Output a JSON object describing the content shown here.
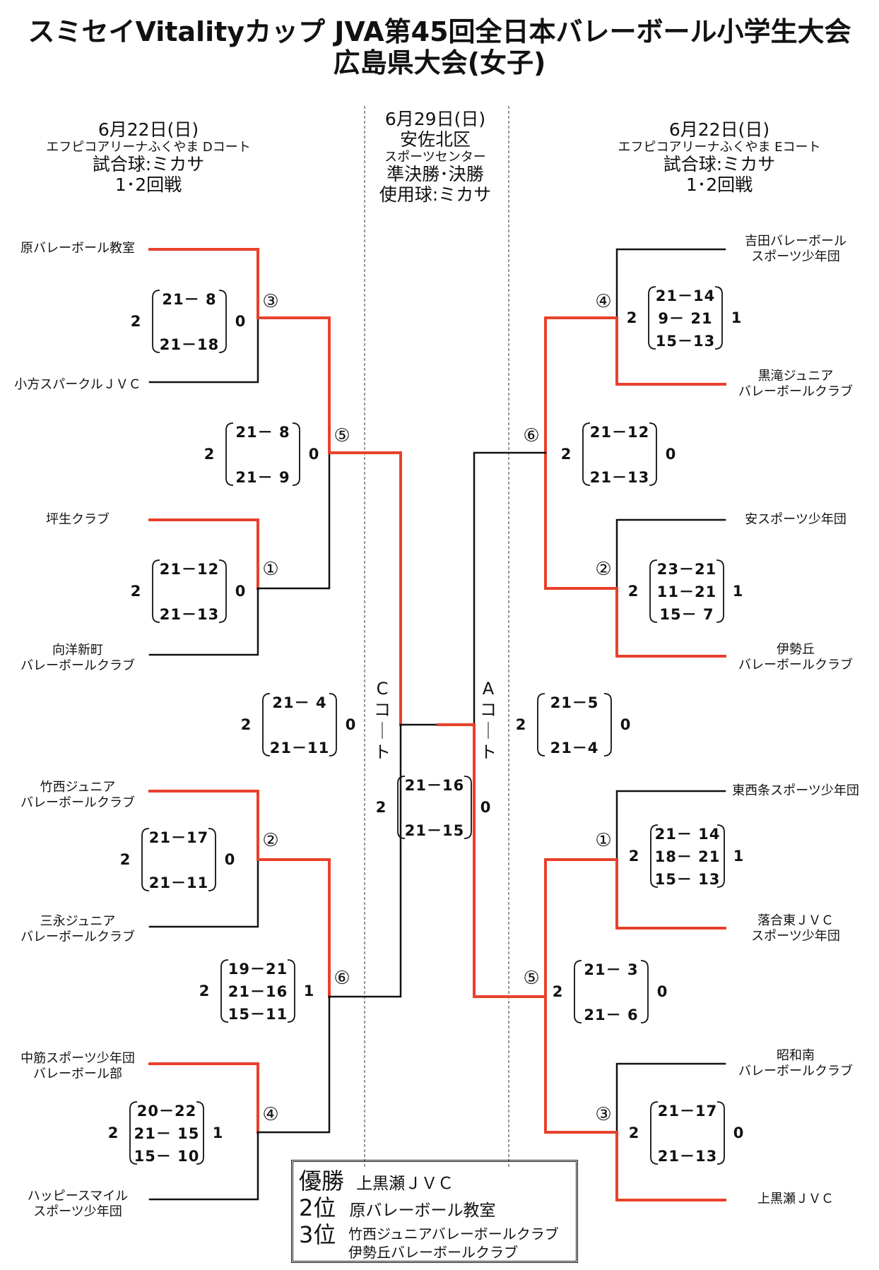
{
  "title": {
    "line1": "スミセイVitalityカップ JVA第45回全日本バレーボール小学生大会",
    "line2": "広島県大会(女子)"
  },
  "left_header": {
    "date": "6月22日(日)",
    "venue": "エフピコアリーナふくやま Dコート",
    "ball": "試合球:ミカサ",
    "round": "1･2回戦"
  },
  "center_header": {
    "date": "6月29日(日)",
    "venue_1": "安佐北区",
    "venue_2": "スポーツセンター",
    "round": "準決勝･決勝",
    "ball": "使用球:ミカサ"
  },
  "right_header": {
    "date": "6月22日(日)",
    "venue": "エフピコアリーナふくやま Eコート",
    "ball": "試合球:ミカサ",
    "round": "1･2回戦"
  },
  "courts": {
    "c": "Cコート",
    "a": "Aコート"
  },
  "left_teams": [
    [
      "原バレーボール教室"
    ],
    [
      "小方スパークルＪＶＣ"
    ],
    [
      "坪生クラブ"
    ],
    [
      "向洋新町",
      "バレーボールクラブ"
    ],
    [
      "竹西ジュニア",
      "バレーボールクラブ"
    ],
    [
      "三永ジュニア",
      "バレーボールクラブ"
    ],
    [
      "中筋スポーツ少年団",
      "バレーボール部"
    ],
    [
      "ハッピースマイル",
      "スポーツ少年団"
    ]
  ],
  "right_teams": [
    [
      "吉田バレーボール",
      "スポーツ少年団"
    ],
    [
      "黒滝ジュニア",
      "バレーボールクラブ"
    ],
    [
      "安スポーツ少年団"
    ],
    [
      "伊勢丘",
      "バレーボールクラブ"
    ],
    [
      "東西条スポーツ少年団"
    ],
    [
      "落合東ＪＶＣ",
      "スポーツ少年団"
    ],
    [
      "昭和南",
      "バレーボールクラブ"
    ],
    [
      "上黒瀬ＪＶＣ"
    ]
  ],
  "match_numbers": {
    "left": [
      "③",
      "①",
      "⑤",
      "②",
      "④",
      "⑥"
    ],
    "right": [
      "④",
      "②",
      "⑥",
      "①",
      "③",
      "⑤"
    ]
  },
  "matches": [
    {
      "id": "L1",
      "left": "2",
      "right": "0",
      "sets": [
        "21－ 8",
        "",
        "21－18"
      ]
    },
    {
      "id": "L5",
      "left": "2",
      "right": "0",
      "sets": [
        "21－ 8",
        "",
        "21－ 9"
      ]
    },
    {
      "id": "L2",
      "left": "2",
      "right": "0",
      "sets": [
        "21－12",
        "",
        "21－13"
      ]
    },
    {
      "id": "LSF",
      "left": "2",
      "right": "0",
      "sets": [
        "21－ 4",
        "",
        "21－11"
      ]
    },
    {
      "id": "L3",
      "left": "2",
      "right": "0",
      "sets": [
        "21－17",
        "",
        "21－11"
      ]
    },
    {
      "id": "L6",
      "left": "2",
      "right": "1",
      "sets": [
        "19－21",
        "21－16",
        "15－11"
      ]
    },
    {
      "id": "L4",
      "left": "2",
      "right": "1",
      "sets": [
        "20－22",
        "21－ 15",
        "15－ 10"
      ]
    },
    {
      "id": "R1",
      "left": "2",
      "right": "1",
      "sets": [
        "21－14",
        "9－ 21",
        "15－13"
      ]
    },
    {
      "id": "R6",
      "left": "2",
      "right": "0",
      "sets": [
        "21－12",
        "",
        "21－13"
      ]
    },
    {
      "id": "R2",
      "left": "2",
      "right": "1",
      "sets": [
        "23－21",
        "11－21",
        "15－ 7"
      ]
    },
    {
      "id": "RSF",
      "left": "2",
      "right": "0",
      "sets": [
        "21－5",
        "",
        "21－4"
      ]
    },
    {
      "id": "R3",
      "left": "2",
      "right": "1",
      "sets": [
        "21－ 14",
        "18－ 21",
        "15－ 13"
      ]
    },
    {
      "id": "R5",
      "left": "2",
      "right": "0",
      "sets": [
        "21－ 3",
        "",
        "21－ 6"
      ]
    },
    {
      "id": "R4",
      "left": "2",
      "right": "0",
      "sets": [
        "21－17",
        "",
        "21－13"
      ]
    },
    {
      "id": "F",
      "left": "2",
      "right": "0",
      "sets": [
        "21－16",
        "",
        "21－15"
      ]
    }
  ],
  "results": {
    "first_label": "優勝",
    "first": "上黒瀬ＪＶＣ",
    "second_label": "2位",
    "second": "原バレーボール教室",
    "third_label": "3位",
    "third_1": "竹西ジュニアバレーボールクラブ",
    "third_2": "伊勢丘バレーボールクラブ"
  },
  "colors": {
    "winner_line": "#e8412b",
    "line": "#111111"
  }
}
